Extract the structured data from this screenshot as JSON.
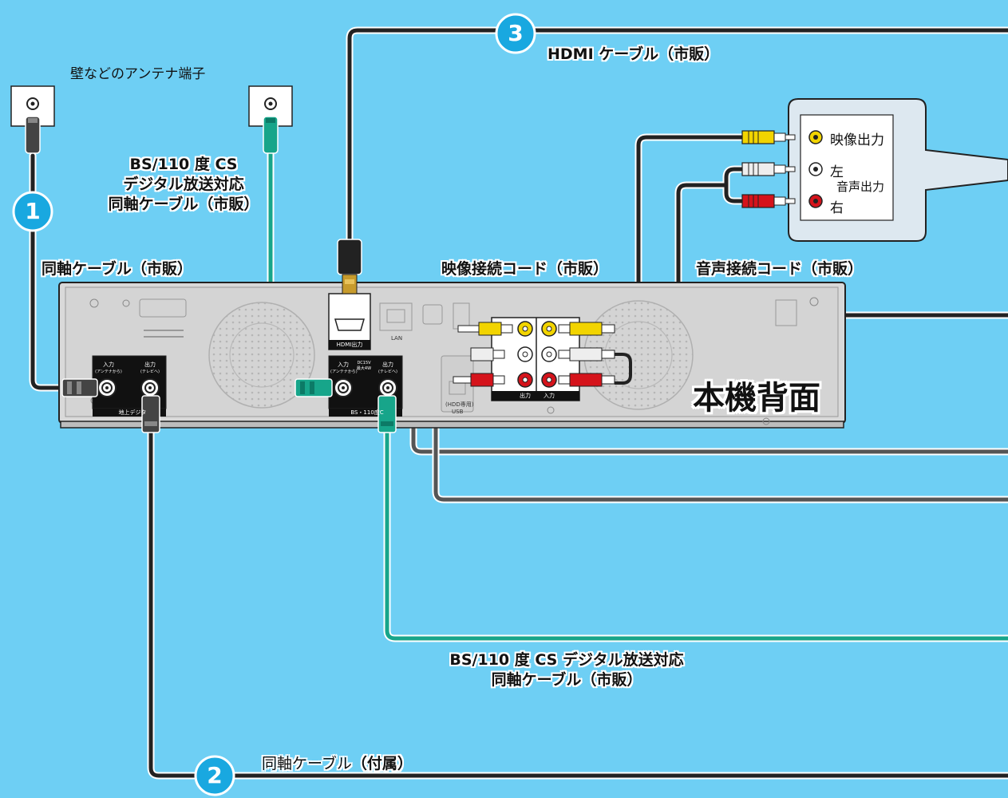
{
  "wall_antenna_label": "壁などのアンテナ端子",
  "step_numbers": [
    "1",
    "2",
    "3"
  ],
  "labels": {
    "hdmi_cable": "HDMI ケーブル（市販）",
    "bs_cable_top_line1": "BS/110 度 CS",
    "bs_cable_top_line2": "デジタル放送対応",
    "bs_cable_top_line3": "同軸ケーブル（市販）",
    "coax_cable_left": "同軸ケーブル（市販）",
    "video_cord": "映像接続コード（市販）",
    "audio_cord": "音声接続コード（市販）",
    "bs_cable_bottom_line1": "BS/110 度 CS デジタル放送対応",
    "bs_cable_bottom_line2": "同軸ケーブル（市販）",
    "coax_cable_supplied_prefix": "同軸ケーブル",
    "coax_cable_supplied_suffix": "（付属）"
  },
  "unit": {
    "title": "本機背面",
    "terrestrial_panel": {
      "input": "入力",
      "input_sub": "(アンテナから)",
      "output": "出力",
      "output_sub": "(テレビへ)",
      "footer": "地上デジタ"
    },
    "bs_panel": {
      "input": "入力",
      "input_sub": "(アンテナから)",
      "dc": "DC15V",
      "dc_sub": "最大4W",
      "output": "出力",
      "output_sub": "(テレビへ)",
      "footer": "BS・110度C"
    },
    "hdmi_port_label": "HDMI出力",
    "lan_label": "LAN",
    "av_output_label": "出力",
    "av_input_label": "入力",
    "usb_label": "USB",
    "hdd_label": "(HDD専用)"
  },
  "tv_panel": {
    "video_out": "映像出力",
    "left": "左",
    "audio_out": "音声出力",
    "right": "右"
  },
  "colors": {
    "background": "#6ecff4",
    "cable_dark": "#222222",
    "cable_teal": "#17a58a",
    "step_badge": "#19a8e0",
    "plug_yellow": "#f2d400",
    "plug_red": "#d5131b",
    "plug_white": "#eeeeee"
  }
}
